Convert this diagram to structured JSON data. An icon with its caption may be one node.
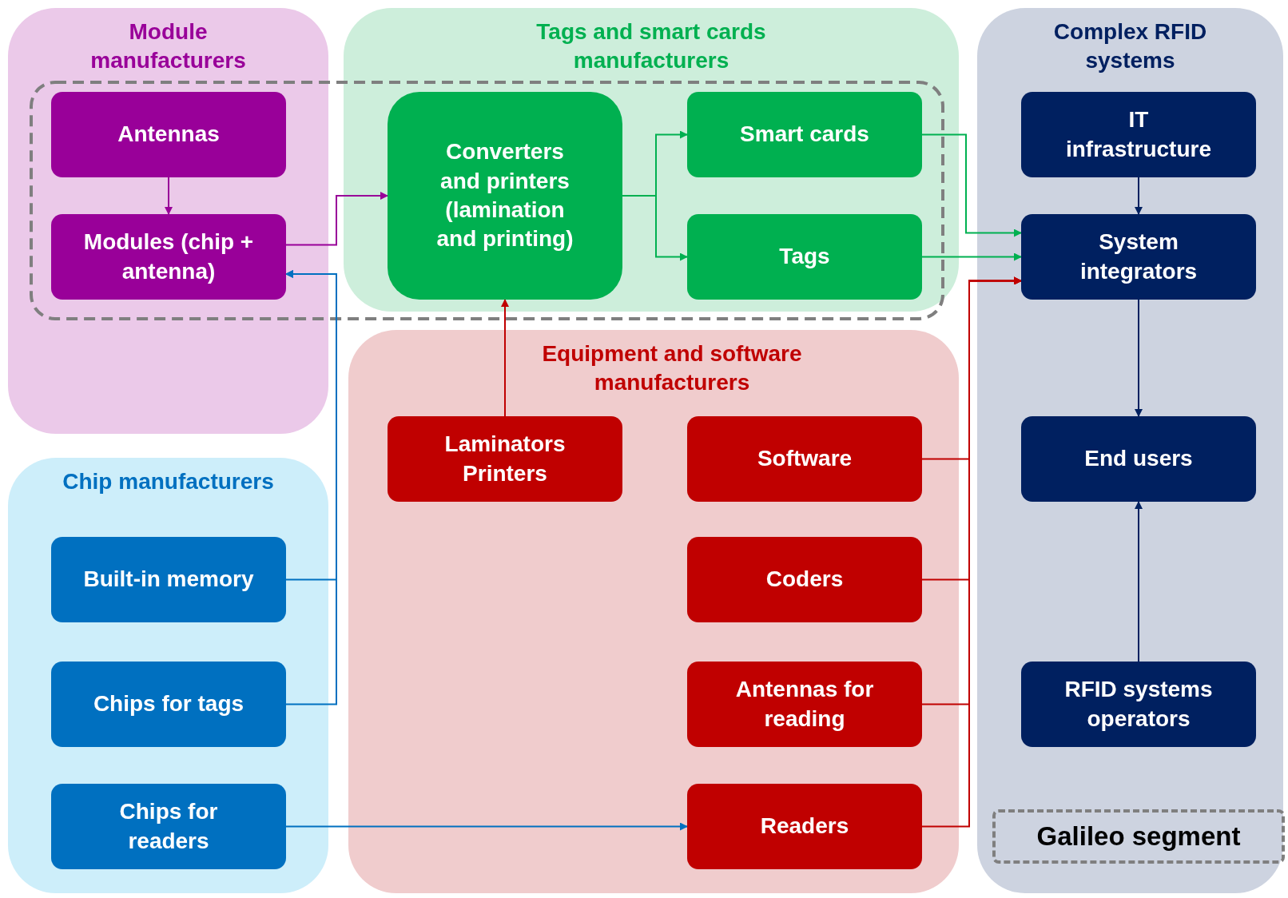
{
  "diagram": {
    "nodes": [
      {
        "text": [
          "Module manufacturers"
        ]
      },
      {
        "text": [
          "Antennas"
        ],
        "in": 0
      },
      {
        "text": [
          "Modules (chip + antenna)"
        ],
        "in": 0
      },
      {
        "text": [
          "Tags and smart cards manufacturers"
        ]
      },
      {
        "text": [
          "Converters and printers (lamination and printing)"
        ],
        "in": 3
      },
      {
        "text": [
          "Smart cards"
        ],
        "in": 3
      },
      {
        "text": [
          "Tags"
        ],
        "in": 3
      },
      {
        "text": [
          "Complex RFID systems"
        ]
      },
      {
        "text": [
          "IT infrastructure"
        ],
        "in": 7
      },
      {
        "text": [
          "System integrators"
        ],
        "in": 7
      },
      {
        "text": [
          "End users"
        ],
        "in": 7
      },
      {
        "text": [
          "RFID systems operators"
        ],
        "in": 7
      },
      {
        "text": [
          "Chip manufacturers"
        ]
      },
      {
        "text": [
          "Built-in memory"
        ],
        "in": 12
      },
      {
        "text": [
          "Chips for tags"
        ],
        "in": 12
      },
      {
        "text": [
          "Chips for readers"
        ],
        "in": 12
      },
      {
        "text": [
          "Equipment and software manufacturers"
        ]
      },
      {
        "text": [
          "Laminators Printers"
        ],
        "in": 16
      },
      {
        "text": [
          "Software"
        ],
        "in": 16
      },
      {
        "text": [
          "Coders"
        ],
        "in": 16
      },
      {
        "text": [
          "Antennas for reading"
        ],
        "in": 16
      },
      {
        "text": [
          "Readers"
        ],
        "in": 16
      }
    ],
    "edges": [
      {
        "from": 1,
        "to": 2,
        "arrow": "to",
        "color": "#990099"
      },
      {
        "from": 2,
        "to": 4,
        "arrow": "to",
        "color": "#990099"
      },
      {
        "from": 4,
        "to": 5,
        "arrow": "to",
        "color": "#00b050"
      },
      {
        "from": 4,
        "to": 6,
        "arrow": "to",
        "color": "#00b050"
      },
      {
        "from": 5,
        "to": 9,
        "arrow": "to",
        "color": "#00b050"
      },
      {
        "from": 6,
        "to": 9,
        "arrow": "to",
        "color": "#00b050"
      },
      {
        "from": 8,
        "to": 9,
        "arrow": "to",
        "color": "#002060"
      },
      {
        "from": 9,
        "to": 10,
        "arrow": "to",
        "color": "#002060"
      },
      {
        "from": 11,
        "to": 10,
        "arrow": "to",
        "color": "#002060"
      },
      {
        "from": 13,
        "to": 2,
        "arrow": "to",
        "color": "#0070c0"
      },
      {
        "from": 14,
        "to": 2,
        "arrow": "to",
        "color": "#0070c0"
      },
      {
        "from": 15,
        "to": 21,
        "arrow": "to",
        "color": "#0070c0"
      },
      {
        "from": 17,
        "to": 4,
        "arrow": "to",
        "color": "#c00000"
      },
      {
        "from": 18,
        "to": 9,
        "arrow": "to",
        "color": "#c00000"
      },
      {
        "from": 19,
        "to": 9,
        "arrow": "to",
        "color": "#c00000"
      },
      {
        "from": 20,
        "to": 9,
        "arrow": "to",
        "color": "#c00000"
      },
      {
        "from": 21,
        "to": 9,
        "arrow": "to",
        "color": "#c00000"
      }
    ],
    "legend": [
      {
        "text": "Galileo segment"
      }
    ]
  }
}
